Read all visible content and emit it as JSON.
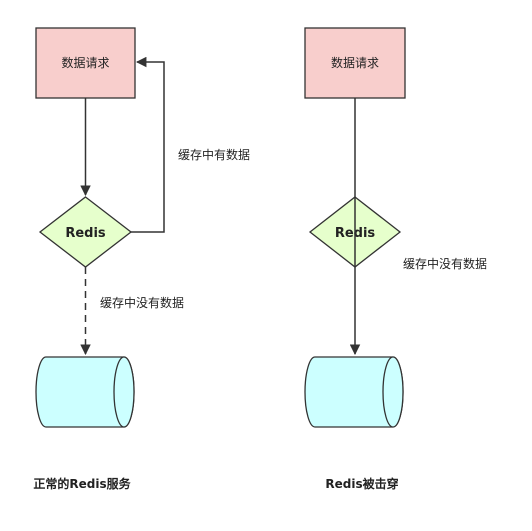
{
  "left": {
    "request_label": "数据请求",
    "redis_label": "Redis",
    "hit_label": "缓存中有数据",
    "miss_label": "缓存中没有数据",
    "caption": "正常的Redis服务"
  },
  "right": {
    "request_label": "数据请求",
    "redis_label": "Redis",
    "miss_label": "缓存中没有数据",
    "caption": "Redis被击穿"
  },
  "colors": {
    "request_fill": "#f8cecc",
    "redis_fill": "#e6ffcc",
    "db_fill": "#ccffff",
    "stroke": "#333333"
  }
}
